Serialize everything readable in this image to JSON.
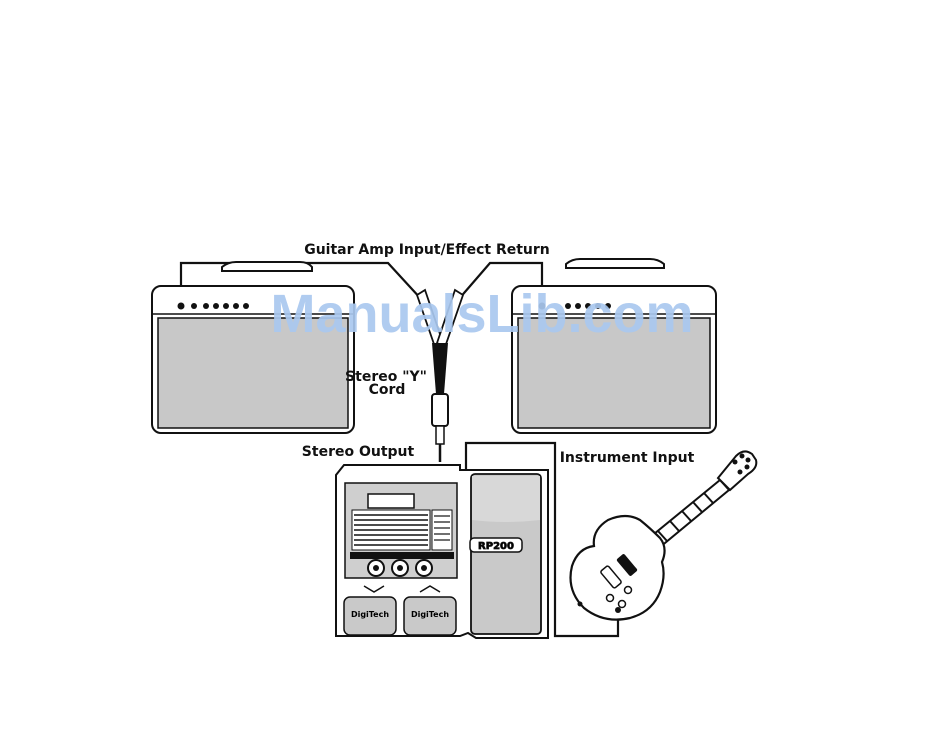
{
  "labels": {
    "amp_input": "Guitar Amp Input/Effect Return",
    "y_cord_line1": "Stereo \"Y\"",
    "y_cord_line2": "Cord",
    "stereo_output": "Stereo Output",
    "instrument_input": "Instrument Input"
  },
  "pedal": {
    "brand_left": "DigiTech",
    "brand_right": "DigiTech",
    "model": "RP200"
  },
  "watermark": {
    "text": "ManualsLib.com"
  },
  "colors": {
    "line": "#111111",
    "amp_grille": "#c8c8c8",
    "watermark": "#a9c8ef"
  }
}
